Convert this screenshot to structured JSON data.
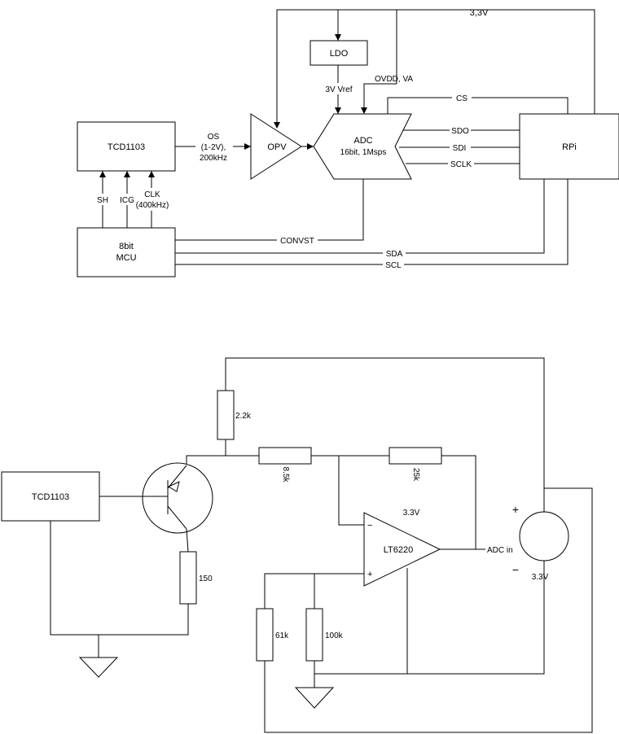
{
  "block_diagram": {
    "tcd1103": "TCD1103",
    "opv": "OPV",
    "ldo": "LDO",
    "adc_title": "ADC",
    "adc_spec": "16bit, 1Msps",
    "rpi": "RPi",
    "mcu_line1": "8bit",
    "mcu_line2": "MCU",
    "supply_3v3": "3,3V",
    "vref": "3V Vref",
    "ovdd": "OVDD, VA",
    "cs": "CS",
    "sdo": "SDO",
    "sdi": "SDI",
    "sclk": "SCLK",
    "os_line1": "OS",
    "os_line2": "(1-2V),",
    "os_line3": "200kHz",
    "sh": "SH",
    "icg": "ICG",
    "clk_line1": "CLK",
    "clk_line2": "(400kHz)",
    "convst": "CONVST",
    "sda": "SDA",
    "scl": "SCL"
  },
  "schematic": {
    "tcd1103": "TCD1103",
    "r_collector": "2.2k",
    "r_emitter": "150",
    "r_input": "8.5k",
    "r_feedback": "25k",
    "r_bias_a": "61k",
    "r_bias_b": "100k",
    "opamp": "LT6220",
    "opamp_supply": "3.3V",
    "minus": "−",
    "plus": "+",
    "adc_in": "ADC in",
    "source_plus": "+",
    "source_minus": "−",
    "source_value": "3.3V"
  }
}
